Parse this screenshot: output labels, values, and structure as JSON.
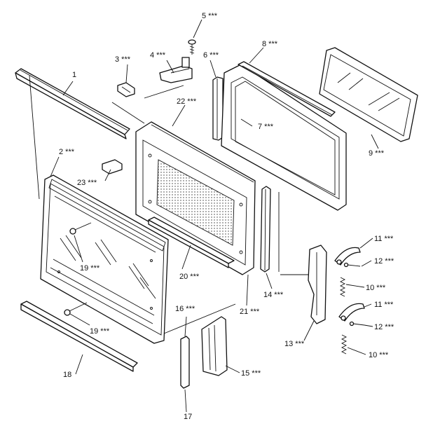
{
  "callouts": [
    {
      "id": "c1",
      "text": "1"
    },
    {
      "id": "c2",
      "text": "2 ***"
    },
    {
      "id": "c3",
      "text": "3 ***"
    },
    {
      "id": "c4",
      "text": "4 ***"
    },
    {
      "id": "c5",
      "text": "5 ***"
    },
    {
      "id": "c6",
      "text": "6 ***"
    },
    {
      "id": "c7",
      "text": "7 ***"
    },
    {
      "id": "c8",
      "text": "8 ***"
    },
    {
      "id": "c9",
      "text": "9 ***"
    },
    {
      "id": "c10a",
      "text": "10 ***"
    },
    {
      "id": "c10b",
      "text": "10 ***"
    },
    {
      "id": "c11a",
      "text": "11 ***"
    },
    {
      "id": "c11b",
      "text": "11 ***"
    },
    {
      "id": "c12a",
      "text": "12 ***"
    },
    {
      "id": "c12b",
      "text": "12 ***"
    },
    {
      "id": "c13",
      "text": "13 ***"
    },
    {
      "id": "c14",
      "text": "14 ***"
    },
    {
      "id": "c15",
      "text": "15 ***"
    },
    {
      "id": "c16",
      "text": "16 ***"
    },
    {
      "id": "c17",
      "text": "17"
    },
    {
      "id": "c18",
      "text": "18"
    },
    {
      "id": "c19a",
      "text": "19 ***"
    },
    {
      "id": "c19b",
      "text": "19 ***"
    },
    {
      "id": "c20",
      "text": "20 ***"
    },
    {
      "id": "c21",
      "text": "21 ***"
    },
    {
      "id": "c22",
      "text": "22 ***"
    },
    {
      "id": "c23",
      "text": "23 ***"
    }
  ]
}
